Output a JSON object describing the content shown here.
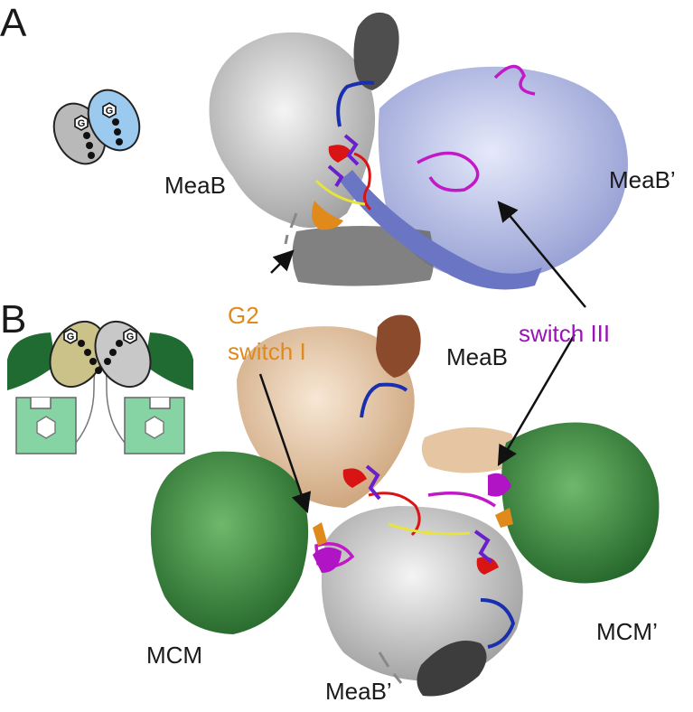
{
  "panels": [
    {
      "letter": "A"
    },
    {
      "letter": "B"
    }
  ],
  "labels": {
    "meab_top": "MeaB",
    "meab_prime_top": "MeaB’",
    "meab_bottom": "MeaB",
    "meab_prime_bottom": "MeaB’",
    "mcm": "MCM",
    "mcm_prime": "MCM’",
    "g2": "G2",
    "switch_i": "switch I",
    "switch_iii": "switch III"
  },
  "schematic": {
    "nucleotide_letter": "G"
  },
  "colors": {
    "meab_gray": "#bcbcbc",
    "meab_dark_gray": "#555555",
    "meab_prime_blue": "#b6c0e8",
    "meab_prime_slate": "#6a76c4",
    "meab_tan": "#e6c6a2",
    "meab_brown": "#8c4a2c",
    "mcm_green": "#3f8e3c",
    "mcm_light_green": "#86d3a4",
    "schematic_olive": "#cbc28a",
    "schematic_blue": "#9ccaef",
    "switch_i_orange": "#e08a1c",
    "switch_iii_purple": "#9a12b8",
    "loop_red": "#d81414",
    "loop_blue": "#1a2fb0",
    "loop_yellow": "#e8e43a",
    "ligand_violet": "#6a1fcf"
  }
}
